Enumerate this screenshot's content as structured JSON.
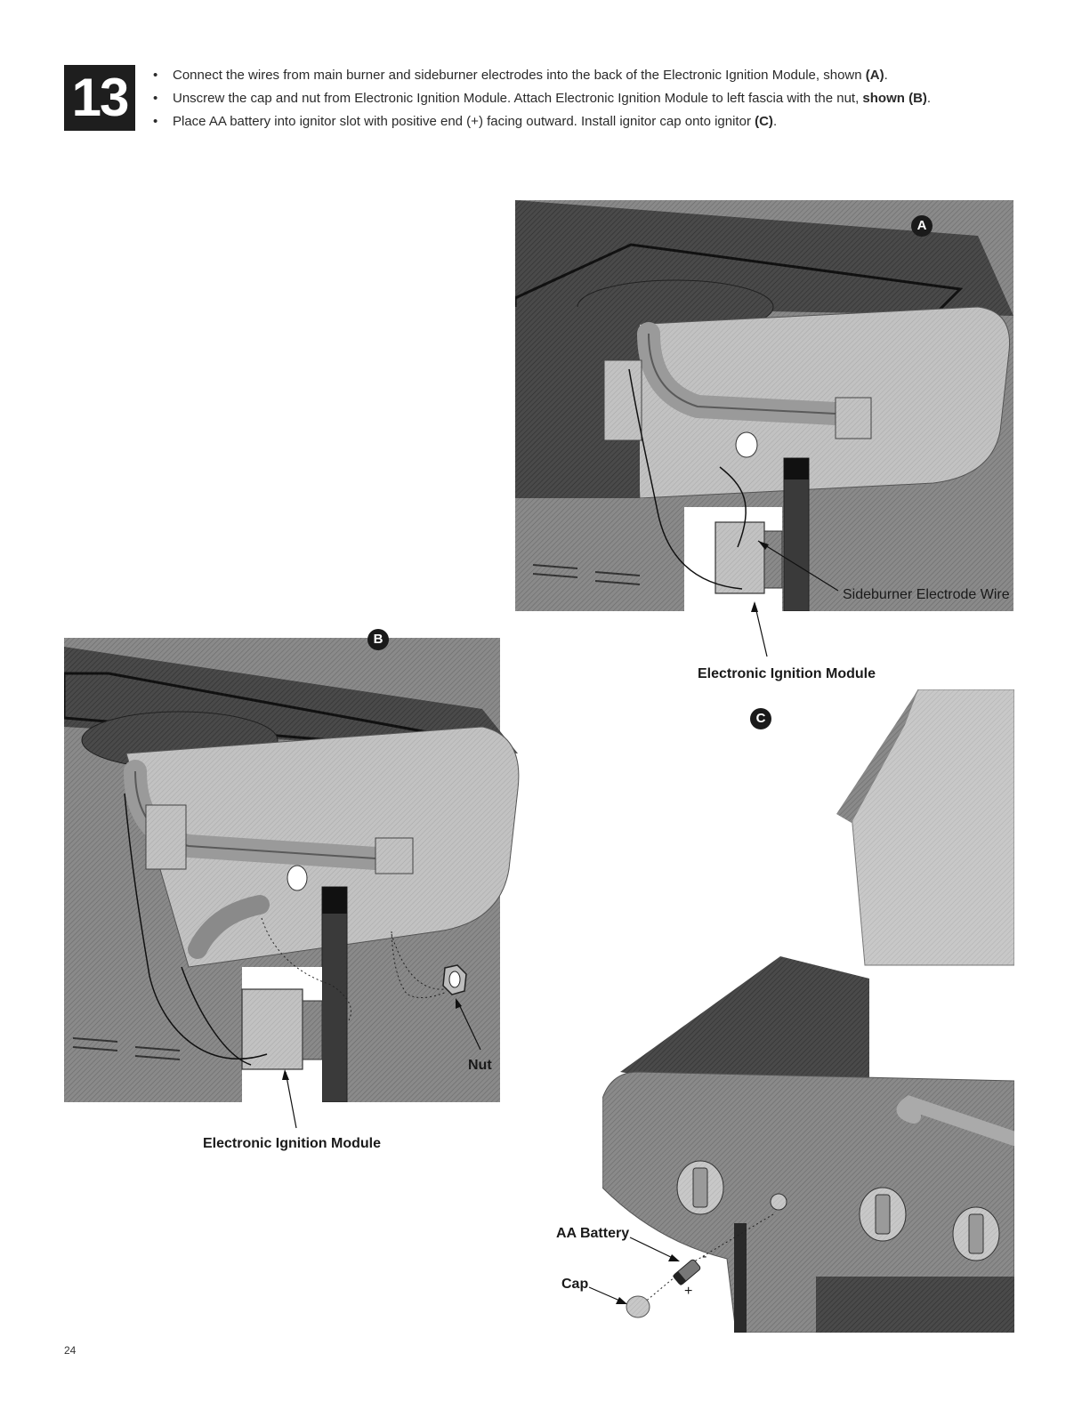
{
  "step": {
    "number": "13"
  },
  "instructions": [
    {
      "text": "Connect the wires from main burner and sideburner electrodes into the back of the Electronic Ignition Module, shown ",
      "ref": "(A)",
      "tail": "."
    },
    {
      "text": "Unscrew the cap and nut from Electronic Ignition Module.  Attach Electronic Ignition Module to left fascia with the nut, ",
      "ref": "shown (B)",
      "tail": "."
    },
    {
      "text": "Place AA battery into ignitor slot with positive end (+) facing outward.  Install ignitor cap onto ignitor ",
      "ref": "(C)",
      "tail": "."
    }
  ],
  "figures": {
    "a": {
      "label": "A",
      "callouts": {
        "sideburner_wire": "Sideburner Electrode Wire",
        "module": "Electronic Ignition Module"
      }
    },
    "b": {
      "label": "B",
      "callouts": {
        "nut": "Nut",
        "module": "Electronic Ignition Module"
      }
    },
    "c": {
      "label": "C",
      "callouts": {
        "battery": "AA Battery",
        "cap": "Cap",
        "minus": "-",
        "plus": "+"
      }
    }
  },
  "page": {
    "number": "24"
  }
}
